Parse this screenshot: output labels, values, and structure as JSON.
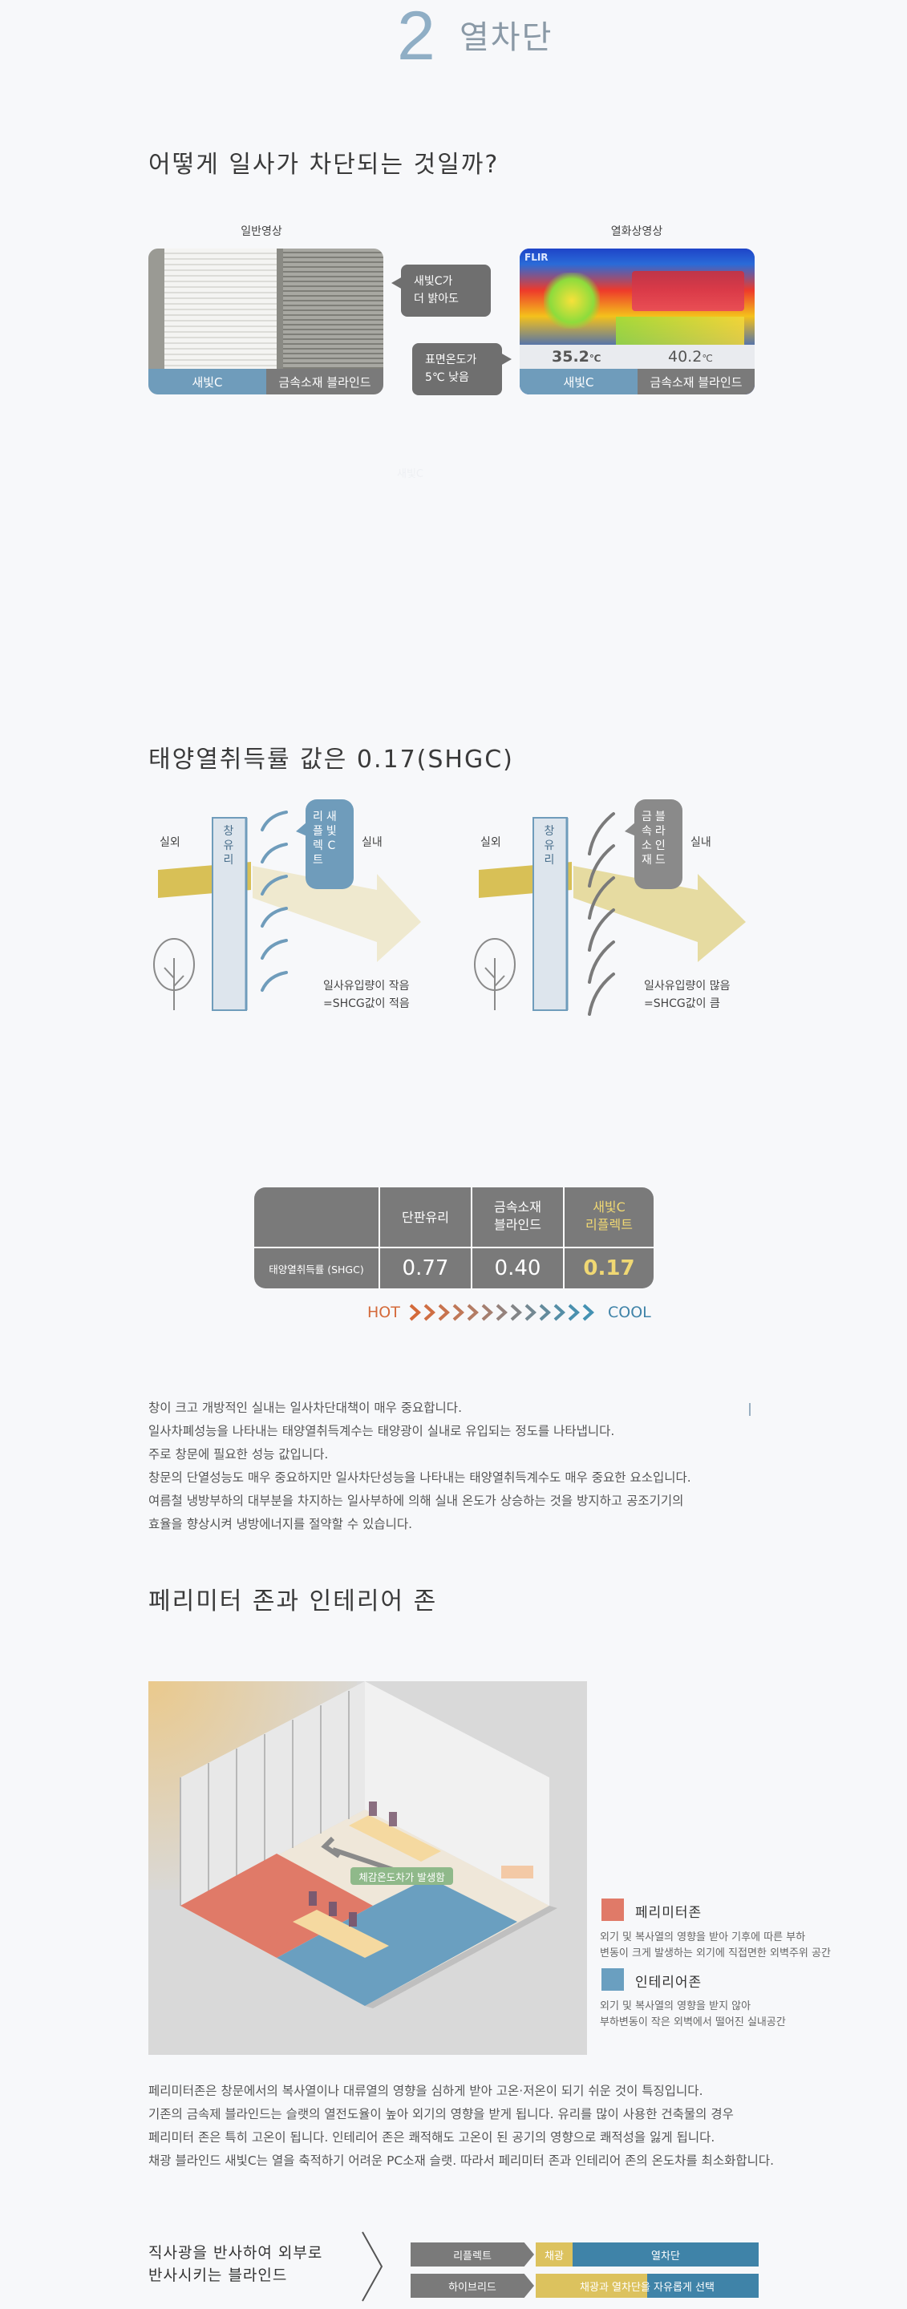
{
  "section": {
    "number": "2",
    "title": "열차단"
  },
  "intro": {
    "heading": "어떻게 일사가 차단되는 것일까?",
    "left": {
      "caption": "일반영상",
      "label_a": "새빛C",
      "label_b": "금속소재 블라인드"
    },
    "right": {
      "caption": "열화상영상",
      "label_a": "새빛C",
      "label_b": "금속소재 블라인드",
      "temp_a": "35.2",
      "temp_b": "40.2",
      "unit": "℃",
      "brand": "FLIR"
    },
    "bubble_1": [
      "새빛C가",
      "더 밝아도"
    ],
    "bubble_2": [
      "표면온도가",
      "5℃ 낮음"
    ],
    "faint_text": "새빛C"
  },
  "shgc_section": {
    "heading": "태양열취득률 값은  0.17(SHGC)",
    "left": {
      "outside": "실외",
      "glass": [
        "창",
        "유",
        "리"
      ],
      "inside": "실내",
      "bubble": [
        "새",
        "빛",
        "C",
        "리",
        "플",
        "렉",
        "트"
      ],
      "result": [
        "일사유입량이 작음",
        "=SHCG값이 적음"
      ]
    },
    "right": {
      "outside": "실외",
      "glass": [
        "창",
        "유",
        "리"
      ],
      "inside": "실내",
      "bubble": [
        "블",
        "라",
        "인",
        "드",
        "금",
        "속",
        "소",
        "재"
      ],
      "result": [
        "일사유입량이 많음",
        "=SHCG값이 큼"
      ]
    }
  },
  "table": {
    "headers": [
      "단판유리",
      "금속소재\n블라인드",
      "새빛C\n리플렉트"
    ],
    "row_label": "태양열취득률 (SHGC)",
    "values": [
      "0.77",
      "0.40",
      "0.17"
    ],
    "hot": "HOT",
    "cool": "COOL"
  },
  "body_1": [
    "창이 크고 개방적인 실내는 일사차단대책이 매우 중요합니다.",
    "일사차폐성능을 나타내는 태양열취득계수는 태양광이 실내로 유입되는 정도를 나타냅니다.",
    "주로 창문에 필요한 성능 값입니다.",
    "창문의 단열성능도 매우 중요하지만 일사차단성능을 나타내는 태양열취득계수도 매우 중요한 요소입니다.",
    "여름철 냉방부하의 대부분을 차지하는 일사부하에 의해 실내 온도가 상승하는 것을 방지하고 공조기기의",
    "효율을 향상시켜 냉방에너지를 절약할 수 있습니다."
  ],
  "zones": {
    "heading": "페리미터 존과 인테리어 존",
    "diagram_label": "체감온도차가 발생함",
    "perimeter": {
      "title": "페리미터존",
      "desc": [
        "외기 및 복사열의 영향을 받아 기후에 따른 부하",
        "변동이 크게 발생하는 외기에 직접면한 외벽주위 공간"
      ],
      "color": "#e07a68"
    },
    "interior": {
      "title": "인테리어존",
      "desc": [
        "외기 및 복사열의 영향을 받지 않아",
        "부하변동이 작은 외벽에서 떨어진 실내공간"
      ],
      "color": "#6a9fc0"
    }
  },
  "body_2": [
    "페리미터존은 창문에서의 복사열이나 대류열의 영향을 심하게 받아 고온·저온이 되기 쉬운 것이 특징입니다.",
    "기존의 금속제 블라인드는 슬랫의 열전도율이 높아 외기의 영향을 받게 됩니다. 유리를 많이 사용한 건축물의 경우",
    "페리미터 존은 특히 고온이 됩니다. 인테리어 존은 쾌적해도 고온이 된 공기의 영향으로 쾌적성을 잃게 됩니다.",
    "채광 블라인드 새빛C는 열을 축적하기 어려운 PC소재 슬랫. 따라서 페리미터 존과 인테리어 존의 온도차를 최소화합니다."
  ],
  "bottom": {
    "left_text": [
      "직사광을 반사하여 외부로",
      "반사시키는 블라인드"
    ],
    "row1": {
      "tag": "리플렉트",
      "a": "채광",
      "b": "열차단"
    },
    "row2": {
      "tag": "하이브리드",
      "b": "채광과 열차단을 자유롭게 선택"
    }
  }
}
